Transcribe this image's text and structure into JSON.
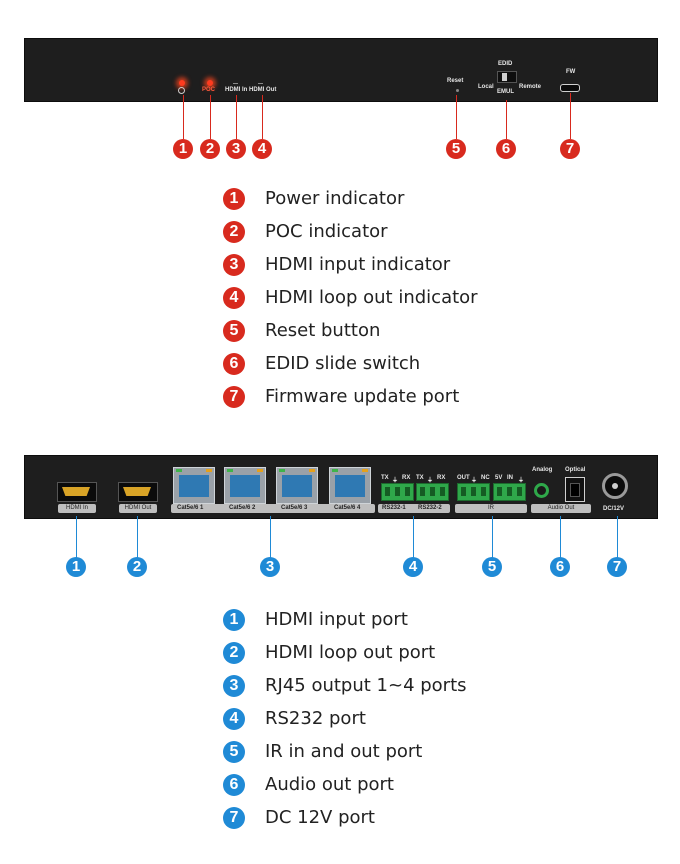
{
  "colors": {
    "front_accent": "#d82a1e",
    "rear_accent": "#1f8ad6",
    "panel": "#1e1e1e"
  },
  "front_panel": {
    "labels": {
      "poc": "POC",
      "hdmi_in": "HDMI In",
      "hdmi_out": "HDMI Out",
      "reset": "Reset",
      "edid": "EDID",
      "local": "Local",
      "emul": "EMUL",
      "remote": "Remote",
      "fw": "FW"
    },
    "callouts": [
      "1",
      "2",
      "3",
      "4",
      "5",
      "6",
      "7"
    ]
  },
  "front_legend": [
    {
      "num": "1",
      "text": "Power indicator"
    },
    {
      "num": "2",
      "text": "POC indicator"
    },
    {
      "num": "3",
      "text": "HDMI input indicator"
    },
    {
      "num": "4",
      "text": "HDMI loop out indicator"
    },
    {
      "num": "5",
      "text": "Reset button"
    },
    {
      "num": "6",
      "text": "EDID slide switch"
    },
    {
      "num": "7",
      "text": "Firmware update port"
    }
  ],
  "rear_panel": {
    "labels": {
      "hdmi_in": "HDMI In",
      "hdmi_out": "HDMI Out",
      "cat1": "Cat5e/6 1",
      "cat2": "Cat5e/6 2",
      "cat3": "Cat5e/6 3",
      "cat4": "Cat5e/6 4",
      "tx1": "TX",
      "gnd1": "⏚",
      "rx1": "RX",
      "tx2": "TX",
      "gnd2": "⏚",
      "rx2": "RX",
      "rs232_1": "RS232-1",
      "rs232_2": "RS232-2",
      "out": "OUT",
      "gnd3": "⏚",
      "nc": "NC",
      "v5": "5V",
      "in": "IN",
      "gnd4": "⏚",
      "ir": "IR",
      "analog": "Analog",
      "optical": "Optical",
      "audio_out": "Audio Out",
      "dc": "DC/12V"
    },
    "callouts": [
      "1",
      "2",
      "3",
      "4",
      "5",
      "6",
      "7"
    ]
  },
  "rear_legend": [
    {
      "num": "1",
      "text": "HDMI input port"
    },
    {
      "num": "2",
      "text": "HDMI loop out port"
    },
    {
      "num": "3",
      "text": "RJ45 output 1~4 ports"
    },
    {
      "num": "4",
      "text": "RS232 port"
    },
    {
      "num": "5",
      "text": "IR in and out port"
    },
    {
      "num": "6",
      "text": "Audio out port"
    },
    {
      "num": "7",
      "text": "DC 12V port"
    }
  ]
}
